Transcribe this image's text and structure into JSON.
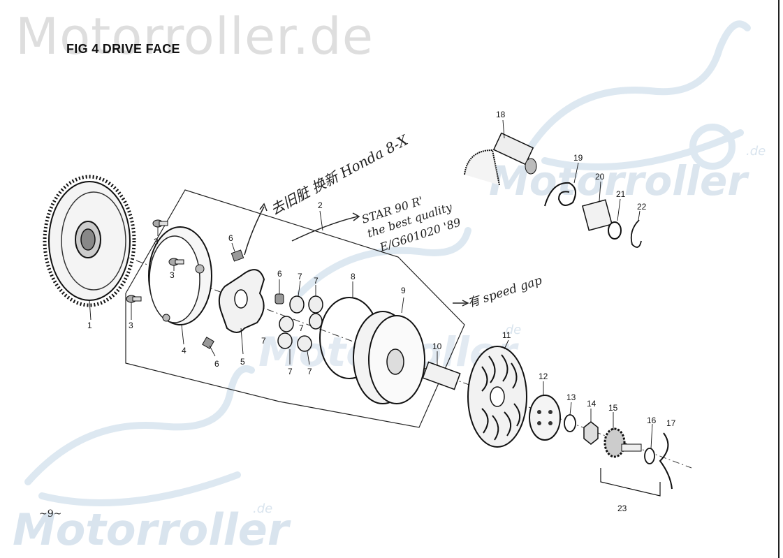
{
  "title": "FIG 4 DRIVE FACE",
  "page_number": "~9~",
  "watermarks": {
    "top": "Motorroller.de",
    "mid": "Motorroller",
    "right": "Motorroller",
    "bottom": "Motorroller",
    "suffix": ".de"
  },
  "annotations": {
    "chinese": "去旧脏 换新 Honda 8-X",
    "star": "STAR 90 R'",
    "quality": "the best quality",
    "part_ref": "E/G601020 '89",
    "speed_gap": "有 speed gap"
  },
  "callouts": {
    "c1": "1",
    "c2": "2",
    "c3a": "3",
    "c3b": "3",
    "c3c": "3",
    "c4": "4",
    "c5": "5",
    "c6a": "6",
    "c6b": "6",
    "c6c": "6",
    "c7a": "7",
    "c7b": "7",
    "c7c": "7",
    "c7d": "7",
    "c7e": "7",
    "c7f": "7",
    "c8": "8",
    "c9": "9",
    "c10": "10",
    "c11": "11",
    "c12": "12",
    "c13": "13",
    "c14": "14",
    "c15": "15",
    "c16": "16",
    "c17": "17",
    "c18": "18",
    "c19": "19",
    "c20": "20",
    "c21": "21",
    "c22": "22",
    "c23": "23"
  },
  "colors": {
    "ink": "#111111",
    "watermark": "#d7d7d7",
    "watermark_blue": "#d9e4ee"
  }
}
